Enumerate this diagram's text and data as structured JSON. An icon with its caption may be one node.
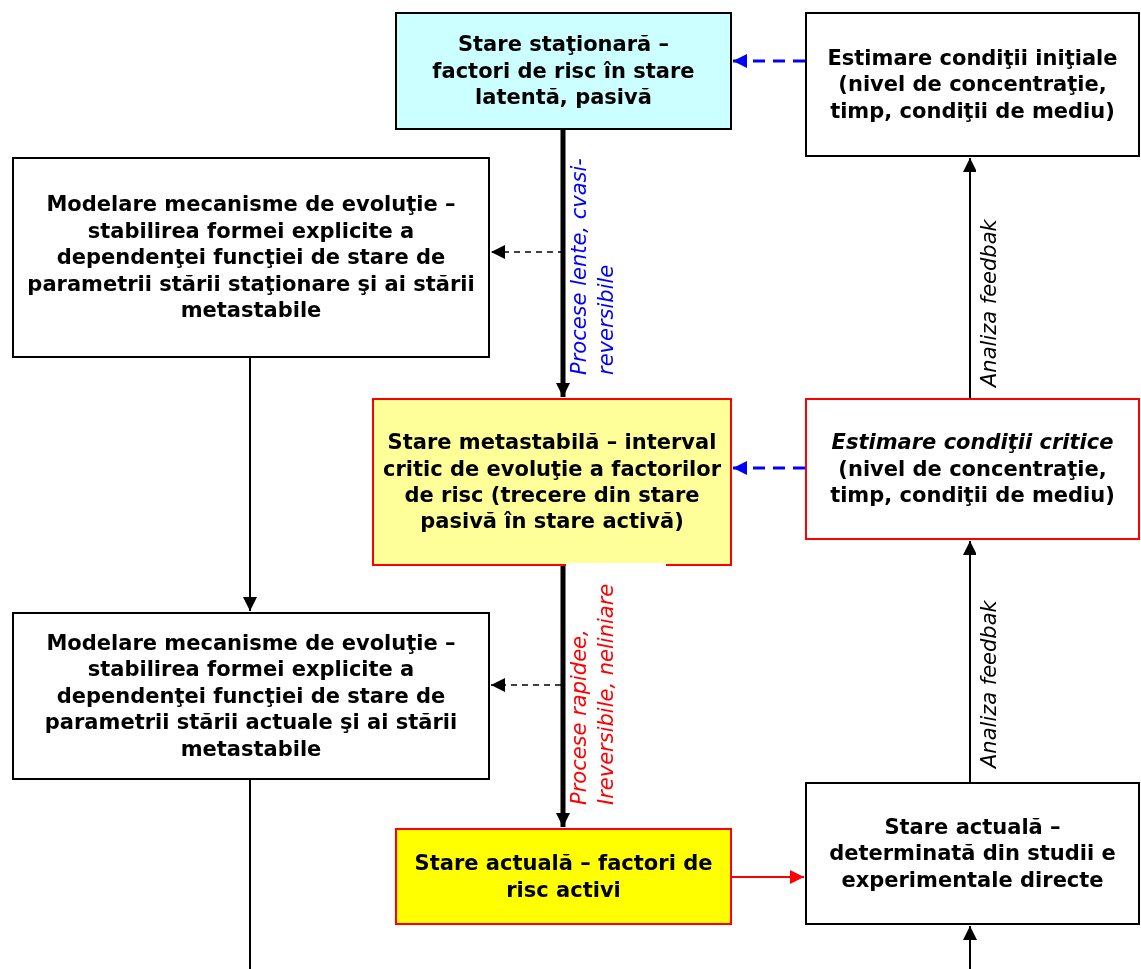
{
  "diagram": {
    "nodes": [
      {
        "text": [
          "Stare staţionară – factori de risc în stare latentă, pasivă"
        ]
      },
      {
        "text": [
          "Estimare condiţii iniţiale (nivel de concentraţie, timp, condiţii de mediu)"
        ]
      },
      {
        "text": [
          "Modelare mecanisme de evoluţie – stabilirea formei explicite a dependenţei funcţiei de stare de parametrii stării staţionare şi ai stării metastabile"
        ]
      },
      {
        "text": [
          "Stare metastabilă – interval critic de evoluţie a factorilor de risc (trecere din stare pasivă în stare activă)"
        ]
      },
      {
        "text": [
          "*Estimare condiţii critice* (nivel de concentraţie, timp, condiţii de mediu)"
        ]
      },
      {
        "text": [
          "Modelare mecanisme de evoluţie – stabilirea formei explicite a dependenţei funcţiei de stare de parametrii stării actuale şi ai stării metastabile"
        ]
      },
      {
        "text": [
          "Stare actuală – factori de risc activi"
        ]
      },
      {
        "text": [
          "Stare actuală – determinată din studii e experimentale directe"
        ]
      }
    ],
    "edges": [
      {
        "from": 1,
        "to": 0,
        "arrow": "to",
        "style": "dashed",
        "color": "#0000ff"
      },
      {
        "from": 0,
        "to": 3,
        "arrow": "to",
        "style": "thick",
        "label": "Procese lente, cvasi-reversibile"
      },
      {
        "from": 0,
        "to": 2,
        "arrow": "to",
        "style": "dashed"
      },
      {
        "from": 4,
        "to": 3,
        "arrow": "to",
        "style": "dashed",
        "color": "#0000ff"
      },
      {
        "from": 4,
        "to": 1,
        "arrow": "to",
        "label": "Analiza feedbak"
      },
      {
        "from": 3,
        "to": 6,
        "arrow": "to",
        "style": "thick",
        "label": "Procese rapidee, Ireversibile, neliniare"
      },
      {
        "from": 3,
        "to": 5,
        "arrow": "to",
        "style": "dashed"
      },
      {
        "from": 2,
        "to": 5,
        "arrow": "to"
      },
      {
        "from": 5,
        "to": null,
        "arrow": "none"
      },
      {
        "from": 6,
        "to": 7,
        "arrow": "to",
        "color": "#ff0000"
      },
      {
        "from": 7,
        "to": 4,
        "arrow": "to",
        "label": "Analiza feedbak"
      },
      {
        "from": null,
        "to": 7,
        "arrow": "to"
      }
    ]
  }
}
